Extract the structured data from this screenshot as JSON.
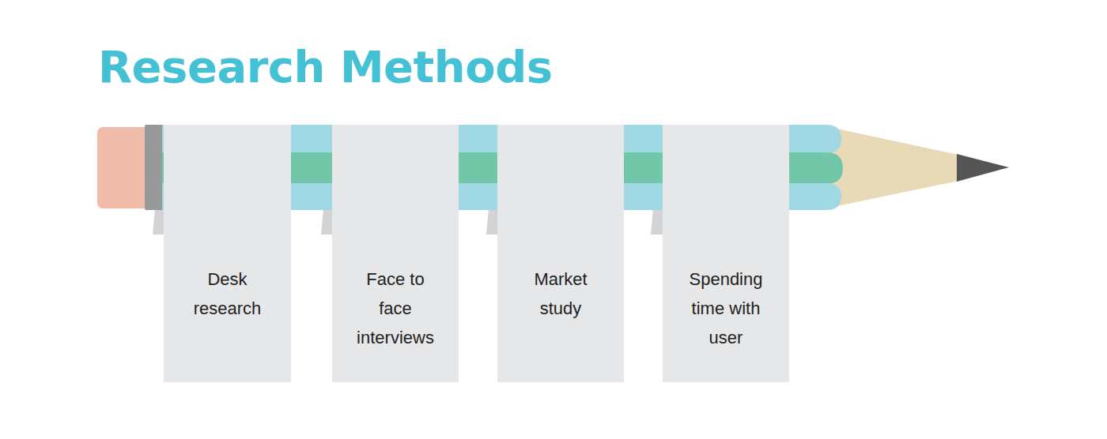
{
  "diagram": {
    "title": "Research Methods",
    "nodes": [
      {
        "text": [
          "Desk research"
        ]
      },
      {
        "text": [
          "Face to face interviews"
        ]
      },
      {
        "text": [
          "Market study"
        ]
      },
      {
        "text": [
          "Spending time with user"
        ]
      }
    ]
  }
}
